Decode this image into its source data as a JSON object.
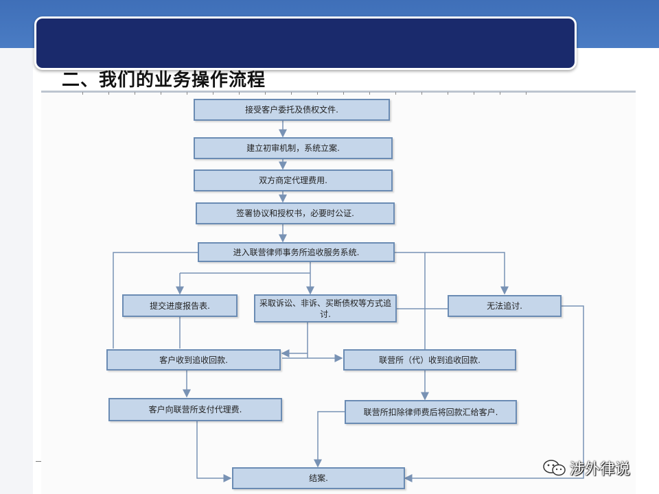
{
  "slide": {
    "heading": "二、我们的业务操作流程"
  },
  "flow": {
    "n1": "接受客户委托及债权文件.",
    "n2": "建立初审机制，系统立案.",
    "n3": "双方商定代理费用.",
    "n4": "签署协议和授权书，必要时公证.",
    "n5": "进入联营律师事务所追收服务系统.",
    "n6": "提交进度报告表.",
    "n7": "采取诉讼、非诉、买断债权等方式追讨.",
    "n8": "无法追讨.",
    "n9": "客户收到追收回款.",
    "n10": "联营所（代）收到追收回款.",
    "n11": "客户向联营所支付代理费.",
    "n12": "联营所扣除律师费后将回款汇给客户.",
    "n13": "结案."
  },
  "watermark": {
    "text": "涉外律说",
    "icon": "wechat-icon"
  },
  "colors": {
    "node_fill": "#c5d6ea",
    "node_border": "#6a8bb3",
    "connector": "#7892b4",
    "header_band": "#4a7cc4",
    "title_box": "#1a2a6c"
  }
}
